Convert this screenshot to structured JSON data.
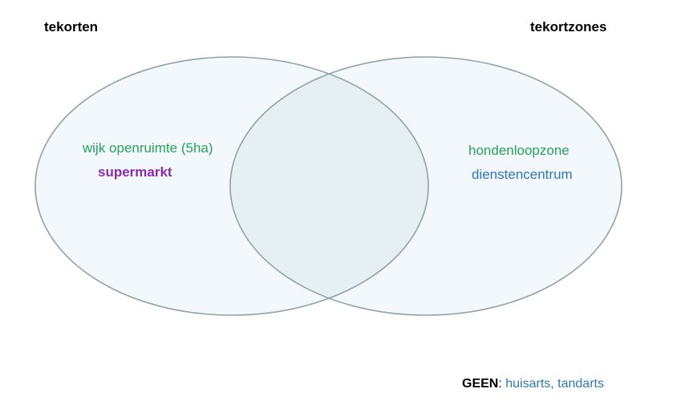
{
  "diagram": {
    "type": "venn",
    "sets": [
      {
        "title": "tekorten",
        "items": [
          {
            "text": "wijk openruimte (5ha)",
            "color": "#2aa05a"
          },
          {
            "text": "supermarkt",
            "color": "#8e2aa8"
          }
        ]
      },
      {
        "title": "tekortzones",
        "items": [
          {
            "text": "hondenloopzone",
            "color": "#2aa05a"
          },
          {
            "text": "dienstencentrum",
            "color": "#2f77b6"
          }
        ]
      }
    ],
    "intersection_items": [],
    "note": {
      "key": "GEEN",
      "separator": ":",
      "value": "huisarts, tandarts"
    },
    "colors": {
      "circle_fill": "#f2f8fb",
      "circle_stroke": "#8fa3a6",
      "overlap_fill": "#e5eff4"
    }
  }
}
